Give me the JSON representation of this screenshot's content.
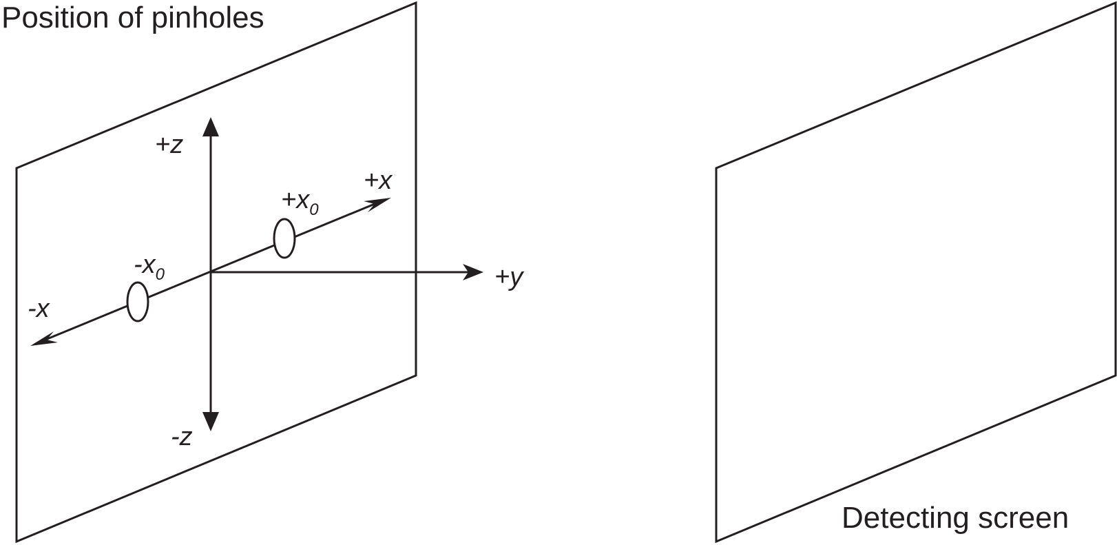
{
  "captions": {
    "left_plane": "Position of pinholes",
    "right_plane": "Detecting screen"
  },
  "axis_labels": {
    "plus_z": "+z",
    "minus_z": "-z",
    "plus_x": "+x",
    "minus_x": "-x",
    "plus_y": "+y",
    "plus_x0_main": "+x",
    "plus_x0_sub": "0",
    "minus_x0_main": "-x",
    "minus_x0_sub": "0"
  },
  "colors": {
    "stroke": "#231f20",
    "background": "#ffffff"
  }
}
